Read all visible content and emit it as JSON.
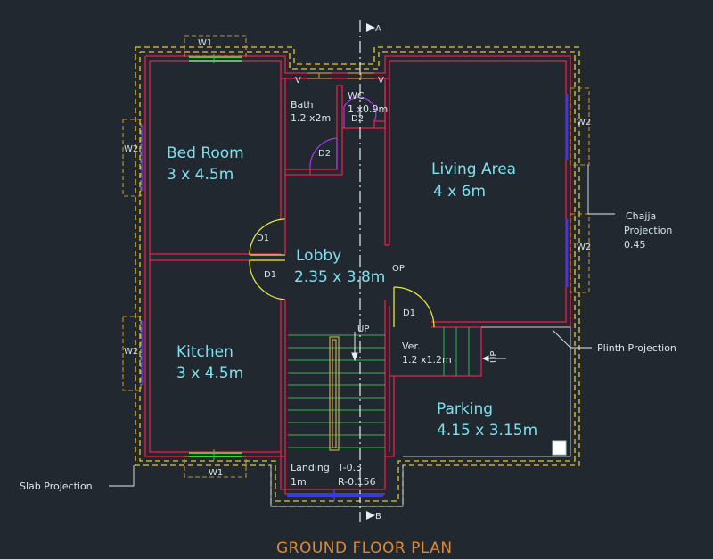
{
  "title": "GROUND FLOOR PLAN",
  "rooms": {
    "bedroom": {
      "name": "Bed Room",
      "size": "3 x 4.5m"
    },
    "kitchen": {
      "name": "Kitchen",
      "size": "3 x 4.5m"
    },
    "living": {
      "name": "Living Area",
      "size": "4 x 6m"
    },
    "lobby": {
      "name": "Lobby",
      "size": "2.35 x 3.8m"
    },
    "parking": {
      "name": "Parking",
      "size": "4.15 x 3.15m"
    },
    "bath": {
      "name": "Bath",
      "size": "1.2 x2m"
    },
    "wc": {
      "name": "WC",
      "size": "1 x0.9m"
    },
    "verandah": {
      "name": "Ver.",
      "size": "1.2 x1.2m"
    },
    "landing": {
      "name": "Landing",
      "size": "1m",
      "tread": "T-0.3",
      "riser": "R-0.156"
    }
  },
  "tags": {
    "w1": "W1",
    "w2": "W2",
    "d1": "D1",
    "d2": "D2",
    "v": "V",
    "op": "OP",
    "up": "UP",
    "sec_a": "A",
    "sec_b": "B"
  },
  "annotations": {
    "chajja": [
      "Chajja",
      "Projection",
      "0.45"
    ],
    "plinth": "Plinth Projection",
    "slab": "Slab Projection"
  },
  "colors": {
    "background": "#212830",
    "wall": "#e8204a",
    "slab": "#e6c82e",
    "window_frame": "#c7902c",
    "window_glass": "#3cd23c",
    "door": "#e8e83a",
    "window_panel": "#3b3bd8",
    "stair": "#2fb84a",
    "handrail": "#c9a64a",
    "section_line": "#e8eef0",
    "cyan_text": "#7fe0f0",
    "title_text": "#d98a3c"
  }
}
